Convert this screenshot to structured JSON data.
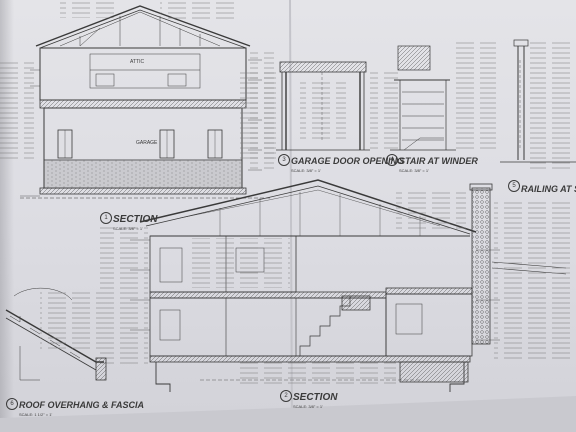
{
  "drawings": [
    {
      "id": "d1",
      "number": "1",
      "title": "SECTION",
      "scale": "SCALE: 3/8\" = 1'"
    },
    {
      "id": "d2",
      "number": "2",
      "title": "SECTION",
      "scale": "SCALE: 3/8\" = 1'"
    },
    {
      "id": "d3",
      "number": "3",
      "title": "GARAGE DOOR OPENING",
      "scale": "SCALE: 3/8\" = 1'"
    },
    {
      "id": "d4",
      "number": "4",
      "title": "STAIR AT WINDER",
      "scale": "SCALE: 3/8\" = 1'"
    },
    {
      "id": "d5",
      "number": "5",
      "title": "RAILING AT STAIR",
      "scale": ""
    },
    {
      "id": "d6",
      "number": "6",
      "title": "ROOF OVERHANG & FASCIA",
      "scale": "SCALE: 1 1/2\" = 1'"
    }
  ],
  "room_labels": {
    "garage": "GARAGE",
    "attic": "ATTIC"
  },
  "colors": {
    "paper": "#dfdfe4",
    "ink": "#3a3a3a",
    "fold_shadow": "#a8a8ae"
  }
}
